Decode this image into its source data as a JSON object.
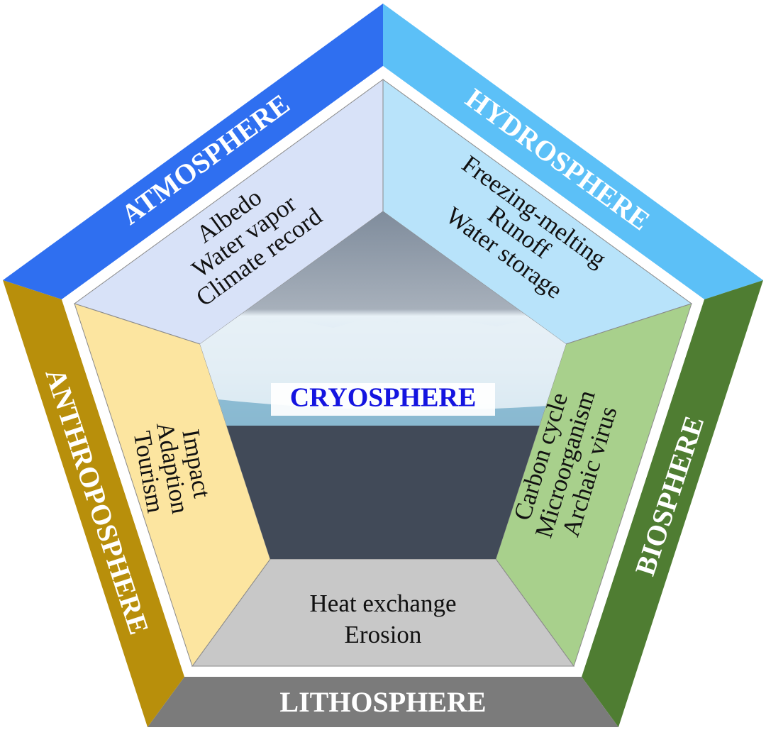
{
  "center_label": "CRYOSPHERE",
  "spheres": {
    "atmosphere": {
      "label": "ATMOSPHERE",
      "items": [
        "Albedo",
        "Water vapor",
        "Climate record"
      ],
      "band_color": "#2f6ff0",
      "section_color": "#d8e2f8"
    },
    "hydrosphere": {
      "label": "HYDROSPHERE",
      "items": [
        "Freezing-melting",
        "Runoff",
        "Water storage"
      ],
      "band_color": "#5cc0f7",
      "section_color": "#b8e3fa"
    },
    "biosphere": {
      "label": "BIOSPHERE",
      "items": [
        "Carbon cycle",
        "Microorganism",
        "Archaic virus"
      ],
      "band_color": "#4f7d32",
      "section_color": "#a8d08c"
    },
    "lithosphere": {
      "label": "LITHOSPHERE",
      "items": [
        "Heat exchange",
        "Erosion"
      ],
      "band_color": "#7b7b7b",
      "section_color": "#c8c8c8"
    },
    "anthroposphere": {
      "label": "ANTHROPOSPHERE",
      "items": [
        "Impact",
        "Adaption",
        "Tourism"
      ],
      "band_color": "#b88f0b",
      "section_color": "#fce5a0"
    }
  }
}
